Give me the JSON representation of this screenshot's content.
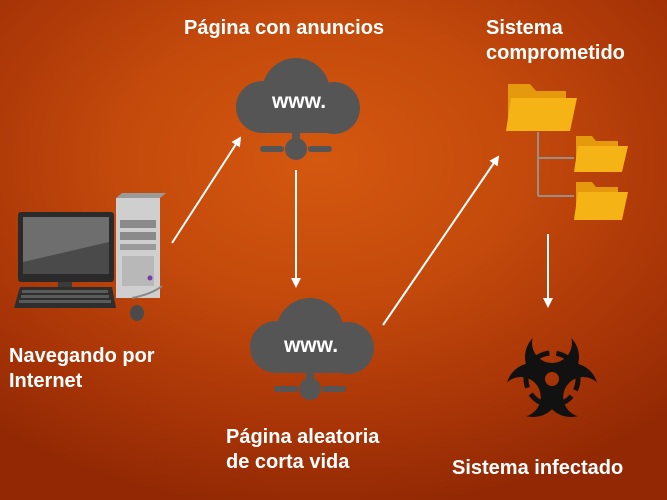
{
  "nodes": {
    "ad_page": {
      "label": "Página con anuncios",
      "cloud_text": "www."
    },
    "compromised": {
      "label_lines": [
        "Sistema",
        "comprometido"
      ]
    },
    "browsing": {
      "label_lines": [
        "Navegando por",
        "Internet"
      ]
    },
    "random_page": {
      "label_lines": [
        "Página aleatoria",
        "de corta vida"
      ],
      "cloud_text": "www."
    },
    "infected": {
      "label": "Sistema infectado"
    }
  },
  "icons": {
    "computer": "desktop-computer-icon",
    "cloud_top": "web-cloud-icon",
    "cloud_bottom": "web-cloud-icon",
    "folders": "folder-tree-icon",
    "biohazard": "biohazard-icon"
  },
  "colors": {
    "background": "#c44a0c",
    "cloud": "#555555",
    "folder": "#f5b315",
    "arrow": "#ffffff",
    "biohazard": "#111111"
  }
}
